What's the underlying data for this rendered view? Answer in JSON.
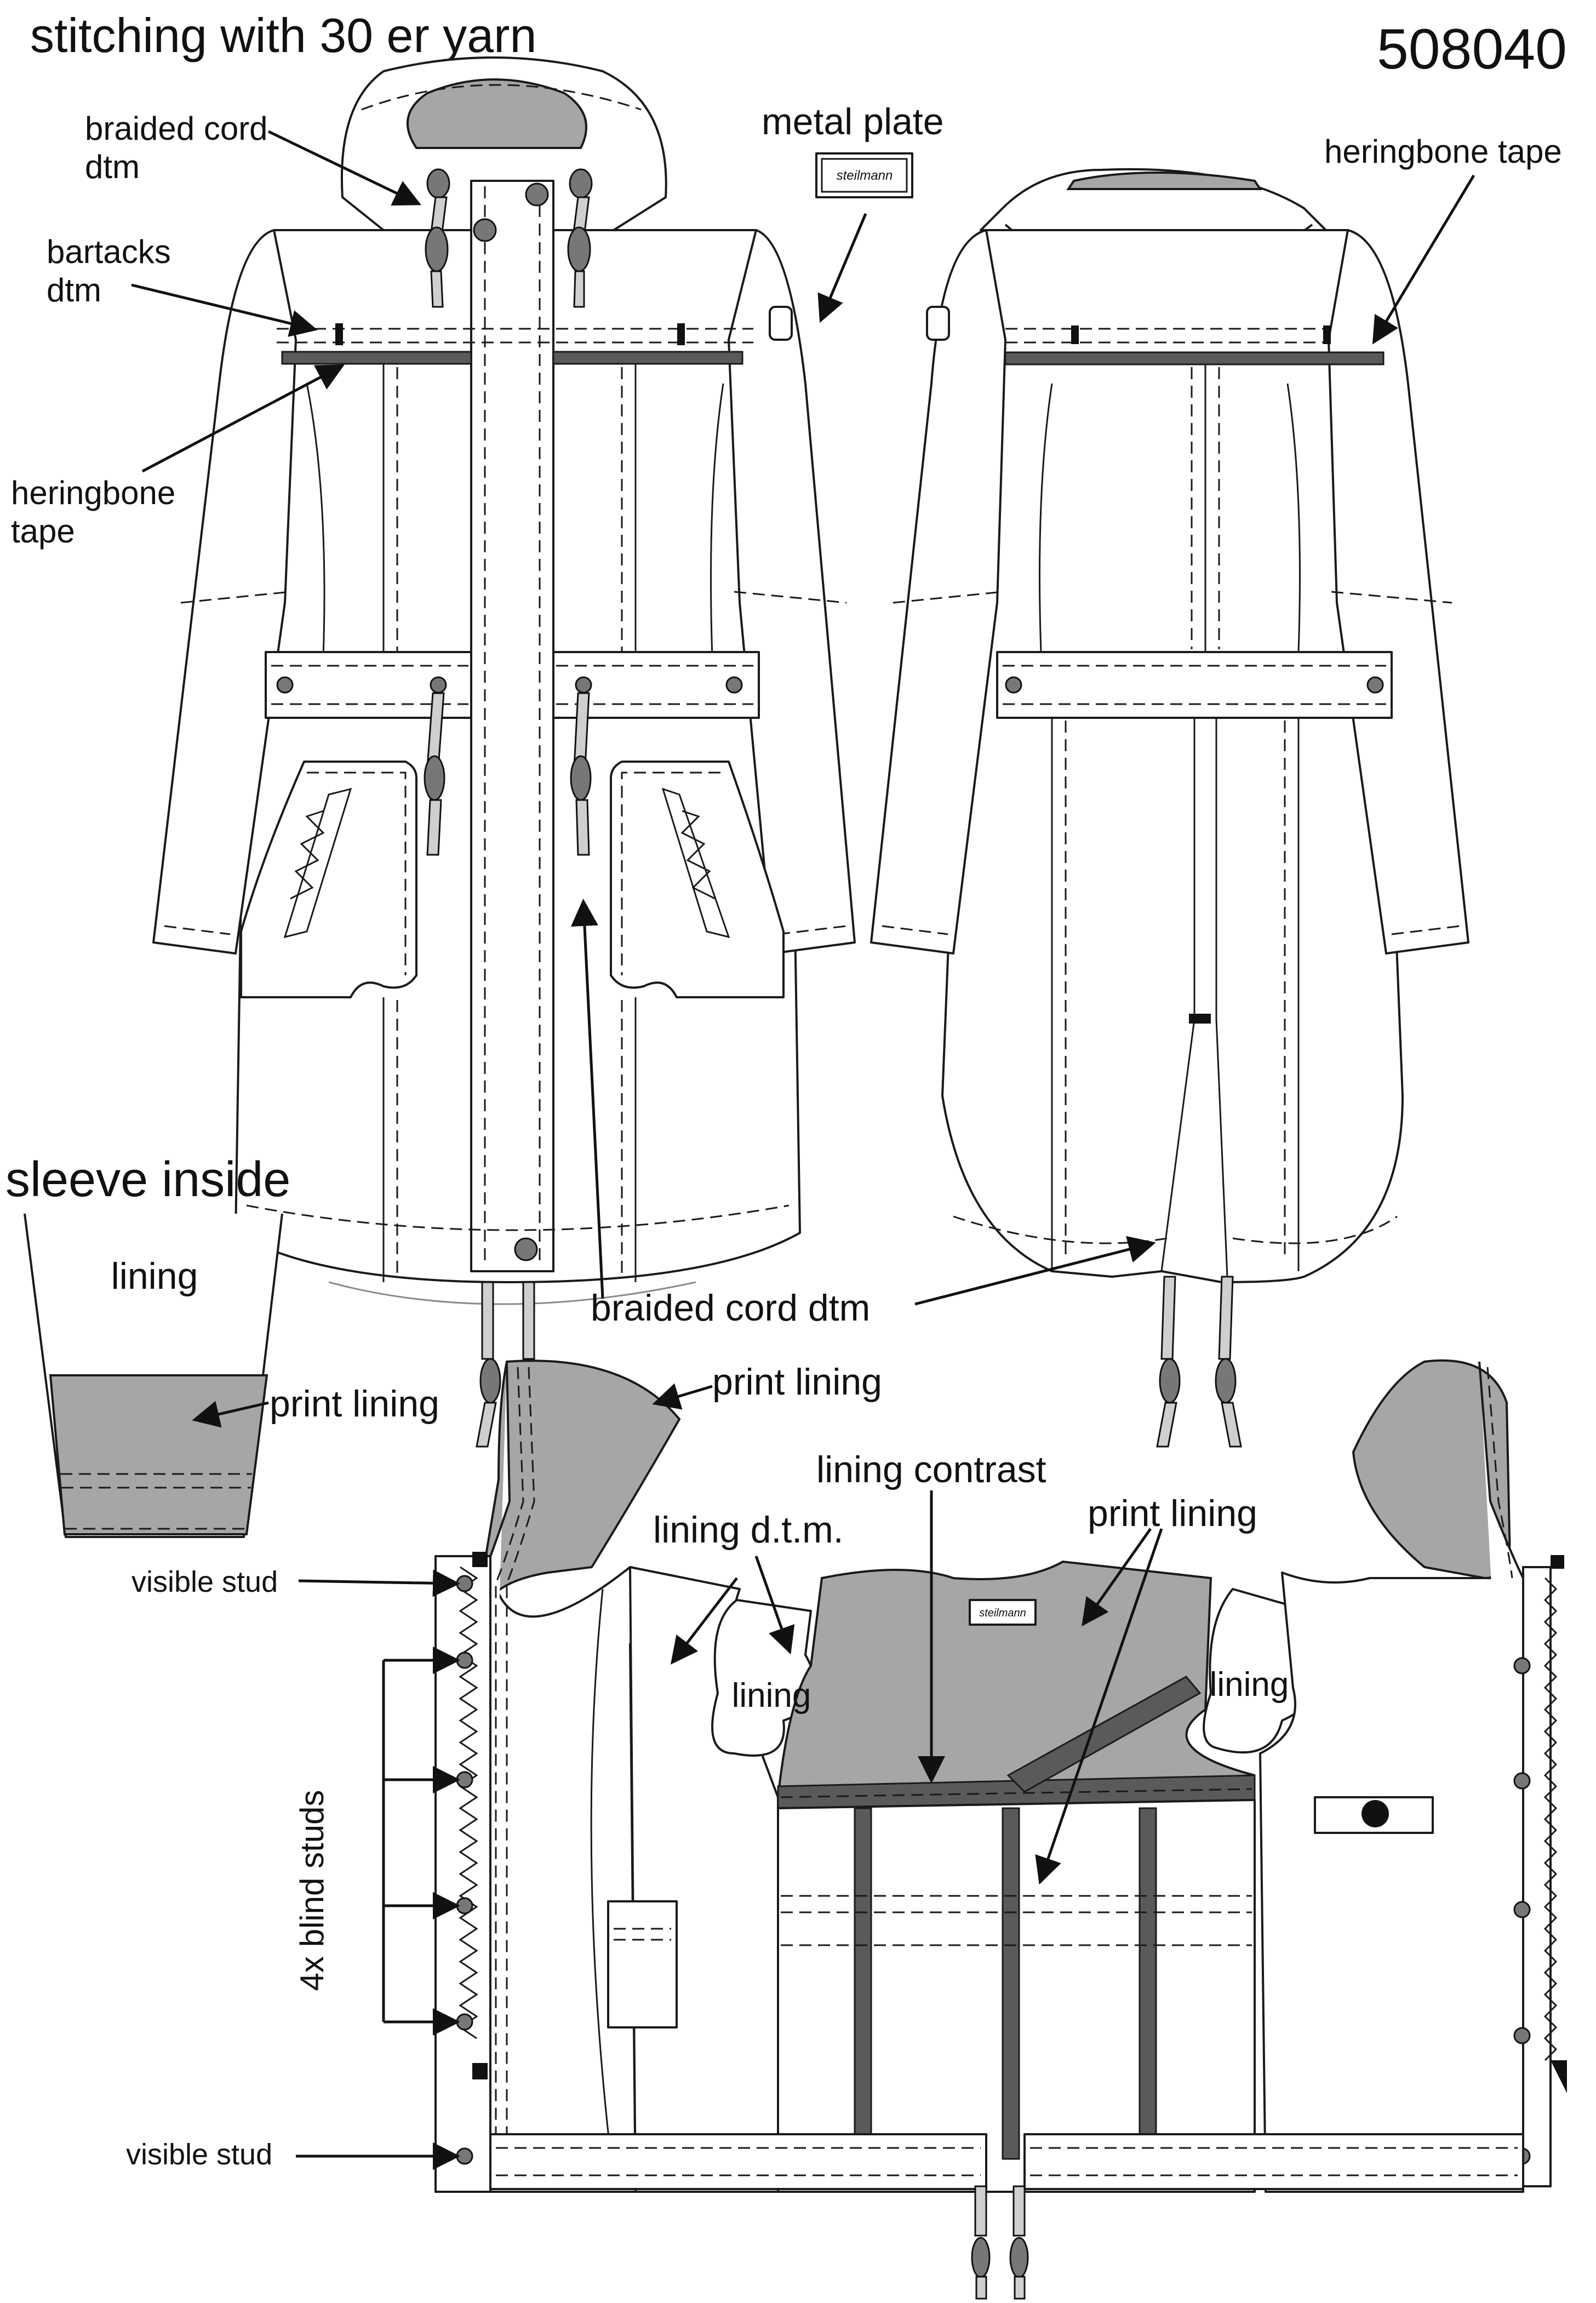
{
  "header": {
    "title": "stitching with 30 er yarn",
    "style_number": "508040"
  },
  "labels": {
    "braided_cord_top": [
      "braided cord",
      "dtm"
    ],
    "bartacks": [
      "bartacks",
      "dtm"
    ],
    "heringbone_left": [
      "heringbone",
      "tape"
    ],
    "metal_plate": "metal plate",
    "plate_brand": "steilmann",
    "heringbone_back": "heringbone tape",
    "sleeve_inside": "sleeve inside",
    "sleeve_lining": "lining",
    "sleeve_print_lining": "print lining",
    "braided_cord_bottom": "braided cord dtm",
    "print_lining_hood": "print lining",
    "lining_contrast": "lining contrast",
    "lining_dtm": "lining d.t.m.",
    "print_lining_back": "print lining",
    "lining_left": "lining",
    "lining_right": "lining",
    "visible_stud_top": "visible stud",
    "blind_studs": "4x blind studs",
    "visible_stud_bottom": "visible stud",
    "inner_label": "steilmann"
  },
  "colors": {
    "print_lining": "#a6a6a6",
    "tape": "#5a5a5a",
    "outline": "#1a1a1a"
  }
}
